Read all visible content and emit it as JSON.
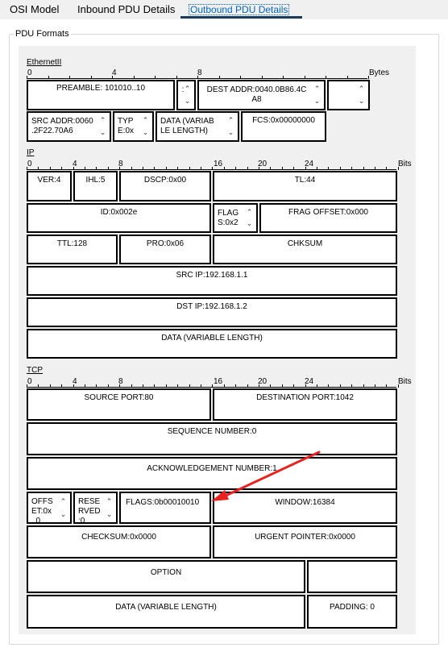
{
  "tabs": [
    {
      "label": "OSI Model"
    },
    {
      "label": "Inbound PDU Details"
    },
    {
      "label": "Outbound PDU Details"
    }
  ],
  "group_title": "PDU Formats",
  "ethernet": {
    "label": "EthernetII",
    "ticks": [
      "0",
      "4",
      "8"
    ],
    "unit": "Bytes",
    "preamble": "PREAMBLE: 101010..10",
    "dest": "DEST ADDR:0040.0B86.4C\nA8",
    "src": "SRC ADDR:0060\n.2F22.70A6",
    "type": "TYP\nE:0x",
    "data": "DATA (VARIAB\nLE LENGTH)",
    "fcs": "FCS:0x00000000"
  },
  "ip": {
    "label": "IP",
    "ticks": [
      "0",
      "4",
      "8",
      "16",
      "20",
      "24"
    ],
    "unit": "Bits",
    "ver": "VER:4",
    "ihl": "IHL:5",
    "dscp": "DSCP:0x00",
    "tl": "TL:44",
    "id": "ID:0x002e",
    "flags": "FLAG\nS:0x2",
    "frag": "FRAG OFFSET:0x000",
    "ttl": "TTL:128",
    "pro": "PRO:0x06",
    "chksum": "CHKSUM",
    "src": "SRC IP:192.168.1.1",
    "dst": "DST IP:192.168.1.2",
    "data": "DATA (VARIABLE LENGTH)"
  },
  "tcp": {
    "label": "TCP",
    "ticks": [
      "0",
      "4",
      "8",
      "16",
      "20",
      "24"
    ],
    "unit": "Bits",
    "src_port": "SOURCE PORT:80",
    "dst_port": "DESTINATION PORT:1042",
    "seq": "SEQUENCE NUMBER:0",
    "ack": "ACKNOWLEDGEMENT NUMBER:1",
    "offset": "OFFS\nET:0x\n..0",
    "reserved": "RESE\nRVED\n:0",
    "flags": "FLAGS:0b00010010",
    "window": "WINDOW:16384",
    "checksum": "CHECKSUM:0x0000",
    "urgent": "URGENT POINTER:0x0000",
    "option": "OPTION",
    "data": "DATA (VARIABLE LENGTH)",
    "padding": "PADDING: 0"
  },
  "colors": {
    "annotation_arrow": "#e8231f",
    "panel_bg": "#f0f0f0",
    "active_tab": "#0066cc"
  }
}
